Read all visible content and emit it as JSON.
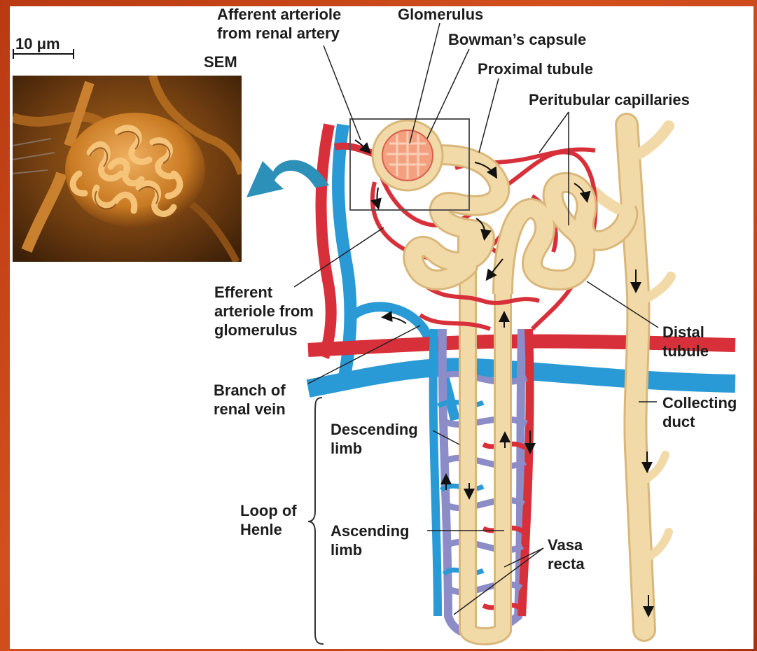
{
  "scale_bar": {
    "label": "10 μm"
  },
  "micrograph": {
    "label": "SEM"
  },
  "labels": {
    "afferent": [
      "Afferent arteriole",
      "from renal artery"
    ],
    "glomerulus": "Glomerulus",
    "bowmans": "Bowman’s capsule",
    "proximal": "Proximal tubule",
    "peritubular": "Peritubular capillaries",
    "efferent": [
      "Efferent",
      "arteriole from",
      "glomerulus"
    ],
    "distal": [
      "Distal",
      "tubule"
    ],
    "branch": [
      "Branch of",
      "renal vein"
    ],
    "collecting": [
      "Collecting",
      "duct"
    ],
    "descending": [
      "Descending",
      "limb"
    ],
    "loop": [
      "Loop of",
      "Henle"
    ],
    "ascending": [
      "Ascending",
      "limb"
    ],
    "vasa": [
      "Vasa",
      "recta"
    ]
  },
  "colors": {
    "tubule": "#f2d9a8",
    "tubule_edge": "#d9b77a",
    "artery": "#d8303a",
    "vein": "#2a9ad6",
    "vasa_mid": "#8c8cc8",
    "background_frame": "#c7451a",
    "sem_tint": "#c97a22",
    "pointer_arrow": "#2d90b8"
  }
}
